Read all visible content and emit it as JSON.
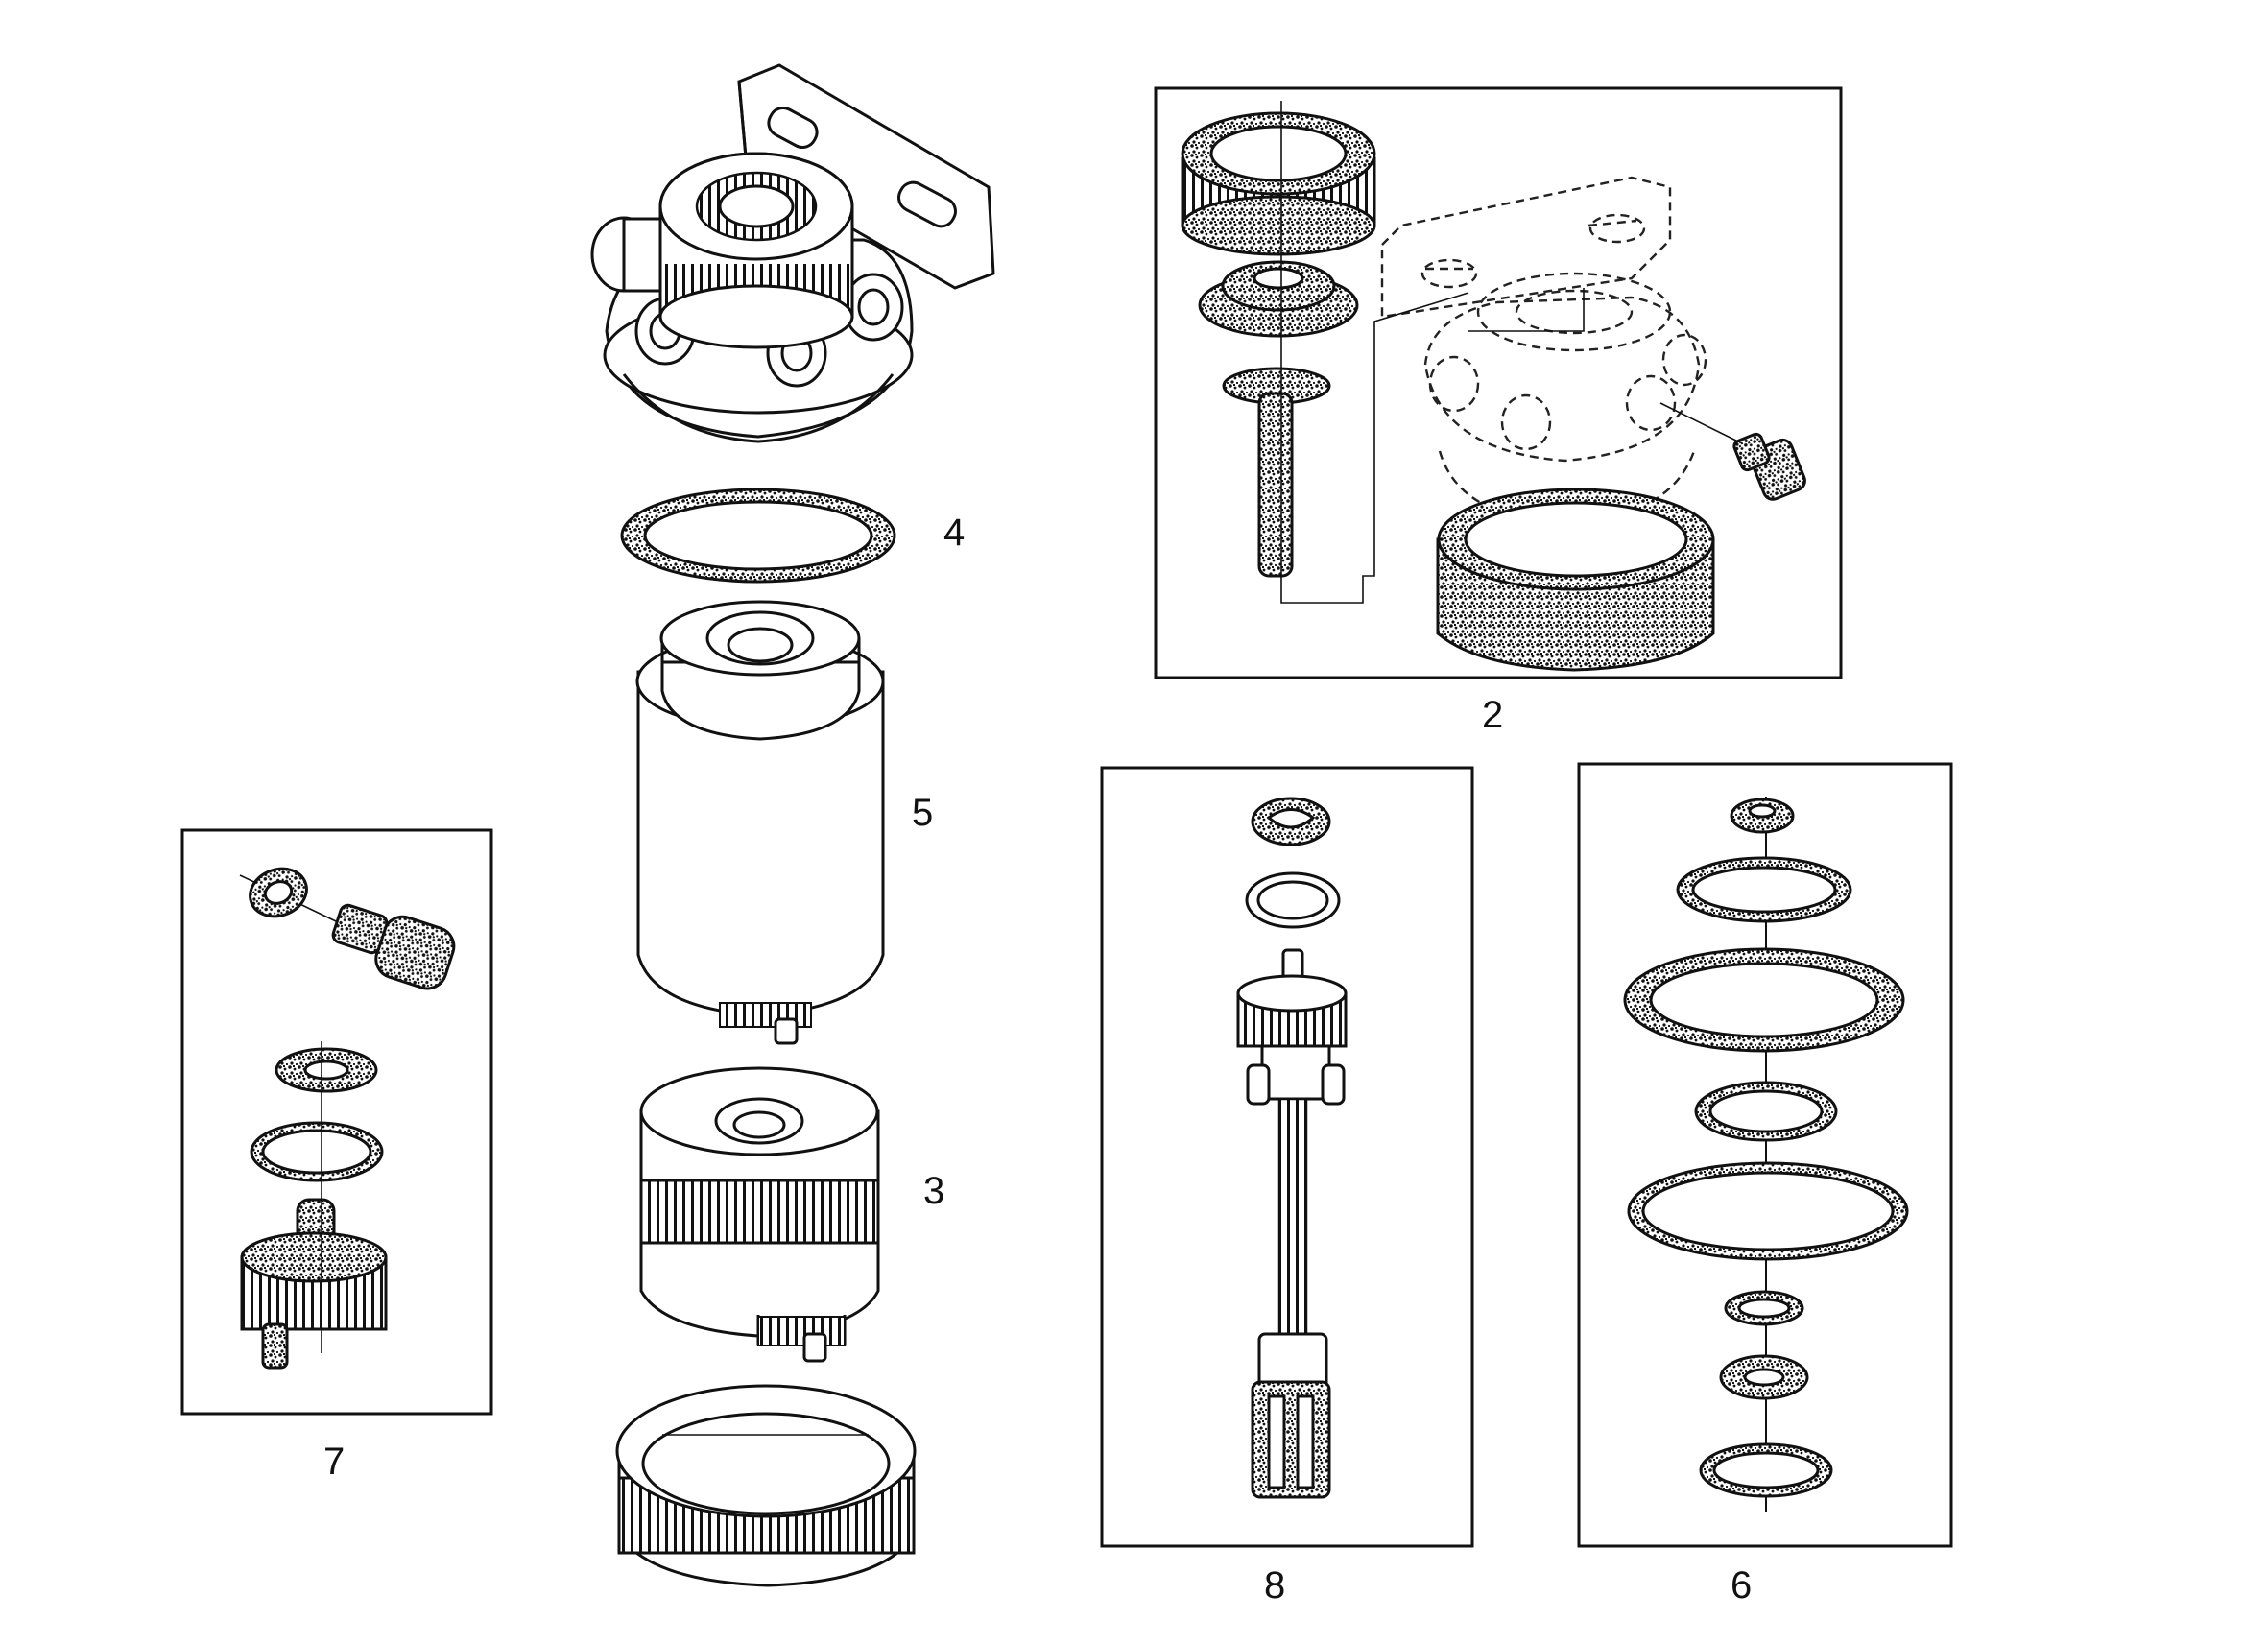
{
  "labels": {
    "c2": "2",
    "c3": "3",
    "c4": "4",
    "c5": "5",
    "c6": "6",
    "c7": "7",
    "c8": "8"
  }
}
